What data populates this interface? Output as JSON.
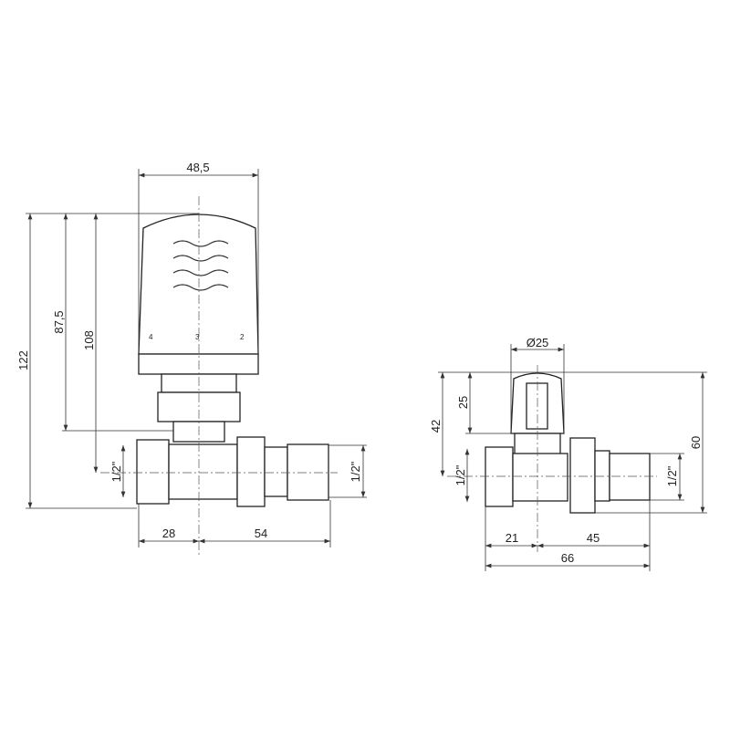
{
  "left_view": {
    "dimensions": {
      "head_width": "48,5",
      "total_height": "122",
      "height_a": "87,5",
      "height_b": "108",
      "inlet_thread": "1/2\"",
      "outlet_thread": "1/2\"",
      "left_length": "28",
      "right_length": "54"
    },
    "scale_marks": [
      "4",
      "3",
      "2"
    ]
  },
  "right_view": {
    "dimensions": {
      "cap_diameter": "Ø25",
      "cap_height": "25",
      "axis_height": "42",
      "total_height": "60",
      "inlet_thread": "1/2\"",
      "outlet_thread": "1/2\"",
      "left_length": "21",
      "right_length": "45",
      "total_length": "66"
    }
  }
}
